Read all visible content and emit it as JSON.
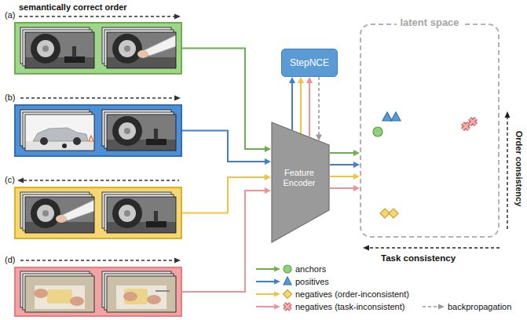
{
  "diagram": {
    "nodes": [
      {
        "text": [
          "(a)"
        ]
      },
      {
        "text": [
          "(b)"
        ]
      },
      {
        "text": [
          "(c)"
        ]
      },
      {
        "text": [
          "(d)"
        ]
      },
      {
        "text": [
          "StepNCE"
        ]
      },
      {
        "text": [
          "Feature Encoder"
        ]
      },
      {
        "text": [
          "latent space"
        ]
      }
    ],
    "edges": [
      {
        "from": 0,
        "to": 5,
        "arrow": "to"
      },
      {
        "from": 1,
        "to": 5,
        "arrow": "to"
      },
      {
        "from": 2,
        "to": 5,
        "arrow": "to"
      },
      {
        "from": 3,
        "to": 5,
        "arrow": "to"
      },
      {
        "from": 5,
        "to": 4,
        "arrow": "to"
      },
      {
        "from": 5,
        "to": 4,
        "arrow": "to"
      },
      {
        "from": 5,
        "to": 4,
        "arrow": "to"
      },
      {
        "from": 4,
        "to": 5,
        "arrow": "to"
      },
      {
        "from": 5,
        "to": 6,
        "arrow": "to"
      },
      {
        "from": 5,
        "to": 6,
        "arrow": "to"
      },
      {
        "from": 5,
        "to": 6,
        "arrow": "to"
      },
      {
        "from": 5,
        "to": 6,
        "arrow": "to"
      }
    ],
    "labels": [
      "semantically correct order",
      "Order consistency",
      "Task consistency"
    ],
    "legend": [
      {
        "text": "anchors"
      },
      {
        "text": "positives"
      },
      {
        "text": "negatives (order-inconsistent)"
      },
      {
        "text": "negatives (task-inconsistent)"
      },
      {
        "text": "backpropagation"
      }
    ]
  }
}
